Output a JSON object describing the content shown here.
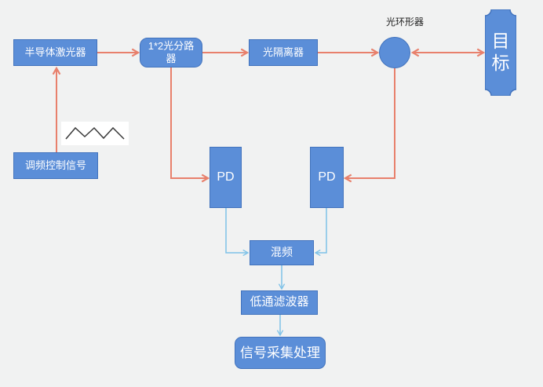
{
  "colors": {
    "canvas_bg": "#f1f2f2",
    "box_fill": "#5b8ed8",
    "box_border": "#4273bd",
    "optical_arrow": "#e8806c",
    "electrical_arrow": "#7ec2e8",
    "waveform_stroke": "#3a3a3a",
    "node_text": "#ffffff",
    "annotation_text": "#222222"
  },
  "diagram": {
    "nodes": {
      "laser": "半导体激光器",
      "fm_signal": "调频控制信号",
      "splitter": "1*2光分路器",
      "isolator": "光隔离器",
      "circulator_label": "光环形器",
      "target": "目标",
      "pd_left": "PD",
      "pd_right": "PD",
      "mixer": "混频",
      "lpf": "低通滤波器",
      "dsp": "信号采集处理"
    },
    "icons": {
      "waveform": "triangle-wave-icon"
    },
    "flows": {
      "optical": [
        "fm_signal -> laser",
        "laser -> splitter",
        "splitter -> isolator",
        "isolator -> circulator",
        "circulator <-> target",
        "splitter -> pd_left",
        "circulator -> pd_right"
      ],
      "electrical": [
        "pd_left -> mixer",
        "pd_right -> mixer",
        "mixer -> lpf",
        "lpf -> dsp"
      ]
    }
  }
}
